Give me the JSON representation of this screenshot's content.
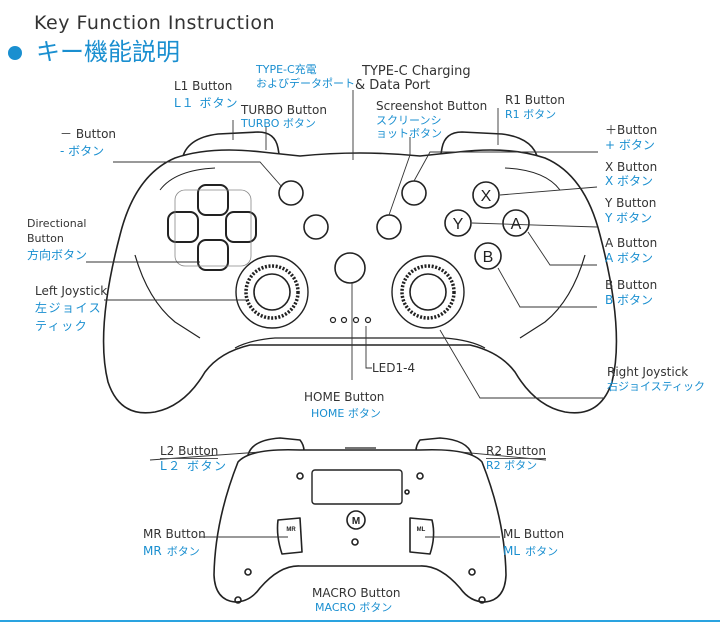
{
  "header": {
    "title_en": "Key Function Instruction",
    "title_jp": "キー機能説明"
  },
  "labels": {
    "l1": {
      "en": "L1 Button",
      "jp": "L１ ボタン"
    },
    "typec_jp": {
      "l1": "TYPE-C充電",
      "l2": "およびデータポート"
    },
    "typec_en": {
      "l1": "TYPE-C Charging",
      "l2": "& Data Port"
    },
    "r1": {
      "en": "R1 Button",
      "jp": "R1 ボタン"
    },
    "turbo": {
      "en": "TURBO Button",
      "jp": "TURBO ボタン"
    },
    "screenshot": {
      "en": "Screenshot Button",
      "jp1": "スクリーンシ",
      "jp2": "ョットボタン"
    },
    "minus": {
      "en": "－ Button",
      "jp": "- ボタン"
    },
    "plus": {
      "en": "＋Button",
      "jp": "+ ボタン"
    },
    "x": {
      "en": "X Button",
      "jp": "X ボタン"
    },
    "y": {
      "en": "Y Button",
      "jp": "Y ボタン"
    },
    "a": {
      "en": "A Button",
      "jp": "A ボタン"
    },
    "b": {
      "en": "B Button",
      "jp": "B ボタン"
    },
    "dpad": {
      "en1": "Directional",
      "en2": "Button",
      "jp": "方向ボタン"
    },
    "ljoy": {
      "en": "Left Joystick",
      "jp1": "左ジョイス",
      "jp2": "ティック"
    },
    "rjoy": {
      "en": "Right Joystick",
      "jp": "右ジョイスティック"
    },
    "led": {
      "en": "LED1-4"
    },
    "home": {
      "en": "HOME Button",
      "jp": "HOME ボタン"
    },
    "l2": {
      "en": "L2 Button",
      "jp": "L２ ボタン"
    },
    "r2": {
      "en": "R2 Button",
      "jp": "R2 ボタン"
    },
    "mr": {
      "en": "MR Button",
      "jp1": "MR",
      "jp2": "ボタン"
    },
    "ml": {
      "en": "ML  Button",
      "jp1": "ML",
      "jp2": "ボタン"
    },
    "macro": {
      "en": "MACRO Button",
      "jp": "MACRO ボタン"
    }
  },
  "buttons": {
    "x": "X",
    "y": "Y",
    "a": "A",
    "b": "B",
    "mr": "MR",
    "ml": "ML",
    "m": "M"
  },
  "colors": {
    "accent": "#1a8fd0",
    "line": "#2aa3e0",
    "stroke": "#222222"
  }
}
